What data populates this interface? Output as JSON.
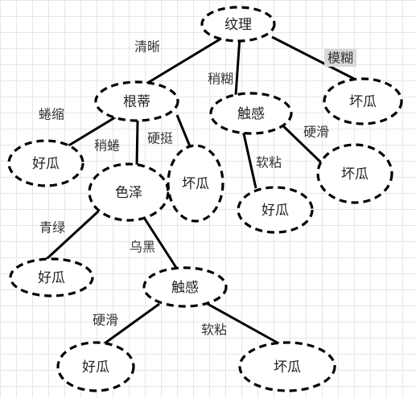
{
  "nodes": {
    "n_texture": "纹理",
    "n_root": "根蒂",
    "n_touch1": "触感",
    "n_bad1": "坏瓜",
    "n_good1": "好瓜",
    "n_color": "色泽",
    "n_bad2": "坏瓜",
    "n_good2": "好瓜",
    "n_bad3": "坏瓜",
    "n_good3": "好瓜",
    "n_touch2": "触感",
    "n_good4": "好瓜",
    "n_bad4": "坏瓜"
  },
  "edges": {
    "e_clear": "清晰",
    "e_slightly_blurry": "稍糊",
    "e_blurry": "模糊",
    "e_curled": "蜷缩",
    "e_slightly_curled": "稍蜷",
    "e_stiff": "硬挺",
    "e_soft_sticky1": "软粘",
    "e_hard_smooth1": "硬滑",
    "e_green": "青绿",
    "e_black": "乌黑",
    "e_hard_smooth2": "硬滑",
    "e_soft_sticky2": "软粘"
  }
}
